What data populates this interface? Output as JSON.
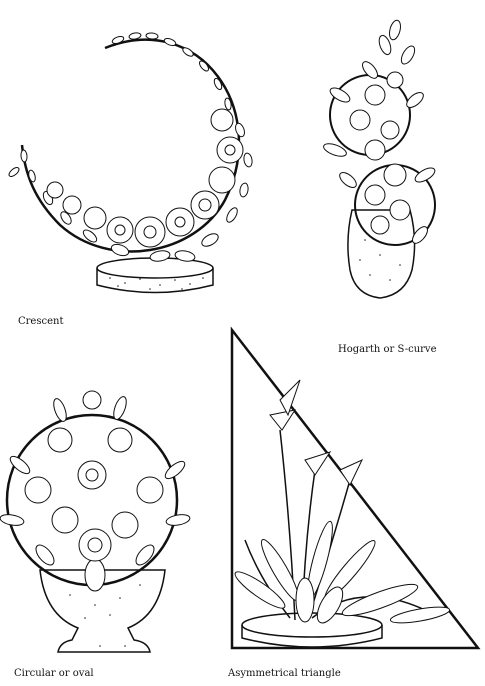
{
  "captions": {
    "crescent": "Crescent",
    "hogarth": "Hogarth or S-curve",
    "circular": "Circular or oval",
    "asymmetrical": "Asymmetrical triangle"
  }
}
